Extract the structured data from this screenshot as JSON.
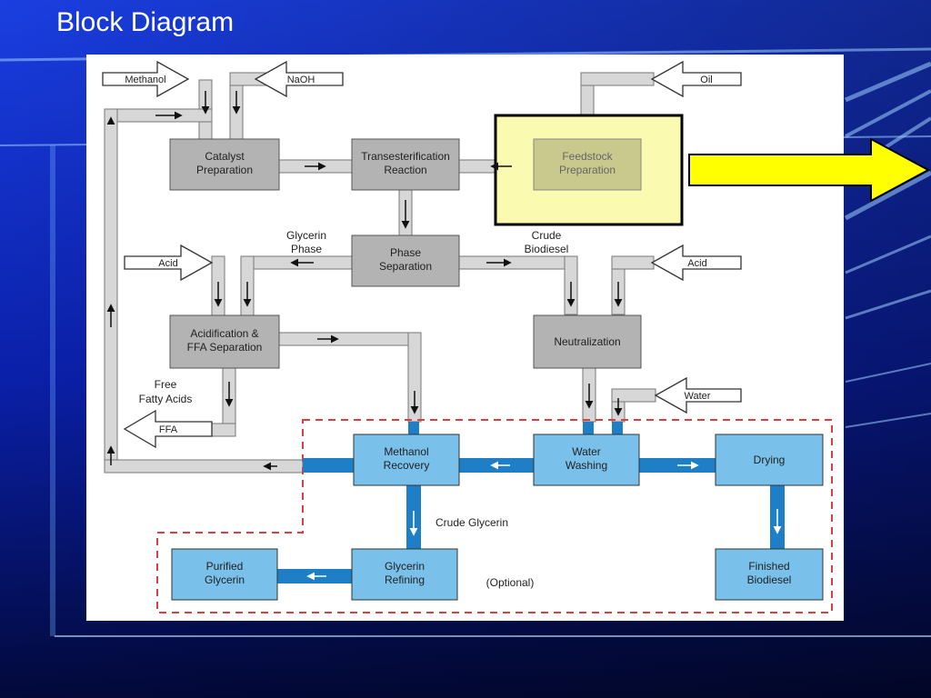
{
  "slide": {
    "title": "Block Diagram"
  },
  "diagram": {
    "inputs": {
      "methanol": "Methanol",
      "naoh": "NaOH",
      "oil": "Oil",
      "acid_left": "Acid",
      "acid_right": "Acid",
      "water": "Water",
      "ffa": "FFA"
    },
    "boxes": {
      "catalyst_prep": [
        "Catalyst",
        "Preparation"
      ],
      "transesterification": [
        "Transesterification",
        "Reaction"
      ],
      "feedstock_prep": [
        "Feedstock",
        "Preparation"
      ],
      "phase_separation": [
        "Phase",
        "Separation"
      ],
      "acidification": [
        "Acidification &",
        "FFA Separation"
      ],
      "neutralization": [
        "Neutralization"
      ],
      "methanol_recovery": [
        "Methanol",
        "Recovery"
      ],
      "water_washing": [
        "Water",
        "Washing"
      ],
      "drying": [
        "Drying"
      ],
      "purified_glycerin": [
        "Purified",
        "Glycerin"
      ],
      "glycerin_refining": [
        "Glycerin",
        "Refining"
      ],
      "finished_biodiesel": [
        "Finished",
        "Biodiesel"
      ]
    },
    "labels": {
      "glycerin_phase": [
        "Glycerin",
        "Phase"
      ],
      "crude_biodiesel": [
        "Crude",
        "Biodiesel"
      ],
      "free_fatty_acids": [
        "Free",
        "Fatty Acids"
      ],
      "crude_glycerin": "Crude Glycerin",
      "optional": "(Optional)"
    },
    "colors": {
      "gray_box": "#b3b3b3",
      "blue_box": "#79c0ea",
      "blue_pipe": "#1f7fc6",
      "gray_pipe": "#d7d7d7",
      "dashed_border": "#d94040",
      "highlight": "#fafab0",
      "callout_arrow": "#ffff00"
    }
  }
}
